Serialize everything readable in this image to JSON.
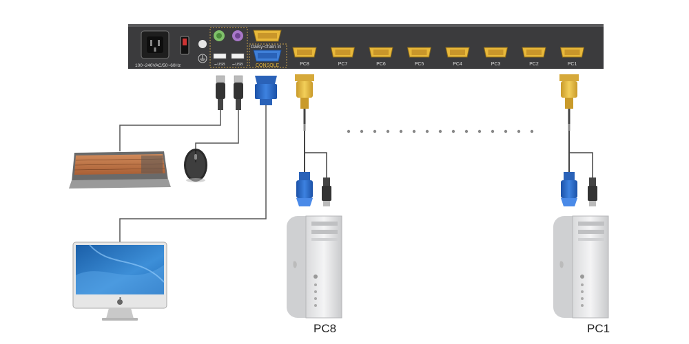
{
  "panel": {
    "power_label": "100~240VAC/50~60Hz",
    "daisy_chain_label": "Daisy-chain in",
    "console_label": "CONSOLE",
    "usb_label_1": "⭠USB",
    "usb_label_2": "⭠USB",
    "ports": [
      "PC8",
      "PC7",
      "PC6",
      "PC5",
      "PC4",
      "PC3",
      "PC2",
      "PC1"
    ]
  },
  "computers": {
    "left_label": "PC8",
    "right_label": "PC1"
  },
  "colors": {
    "panel": "#3a3a3c",
    "vga_yellow": "#e8b83a",
    "vga_blue": "#2a6fd0",
    "cable": "#555555"
  },
  "icons": [
    "power-socket-icon",
    "power-switch-icon",
    "ground-icon",
    "ps2-port-icon",
    "usb-port-icon",
    "vga-port-icon",
    "keyboard-icon",
    "mouse-icon",
    "monitor-icon",
    "apple-logo-icon",
    "tower-pc-icon"
  ]
}
